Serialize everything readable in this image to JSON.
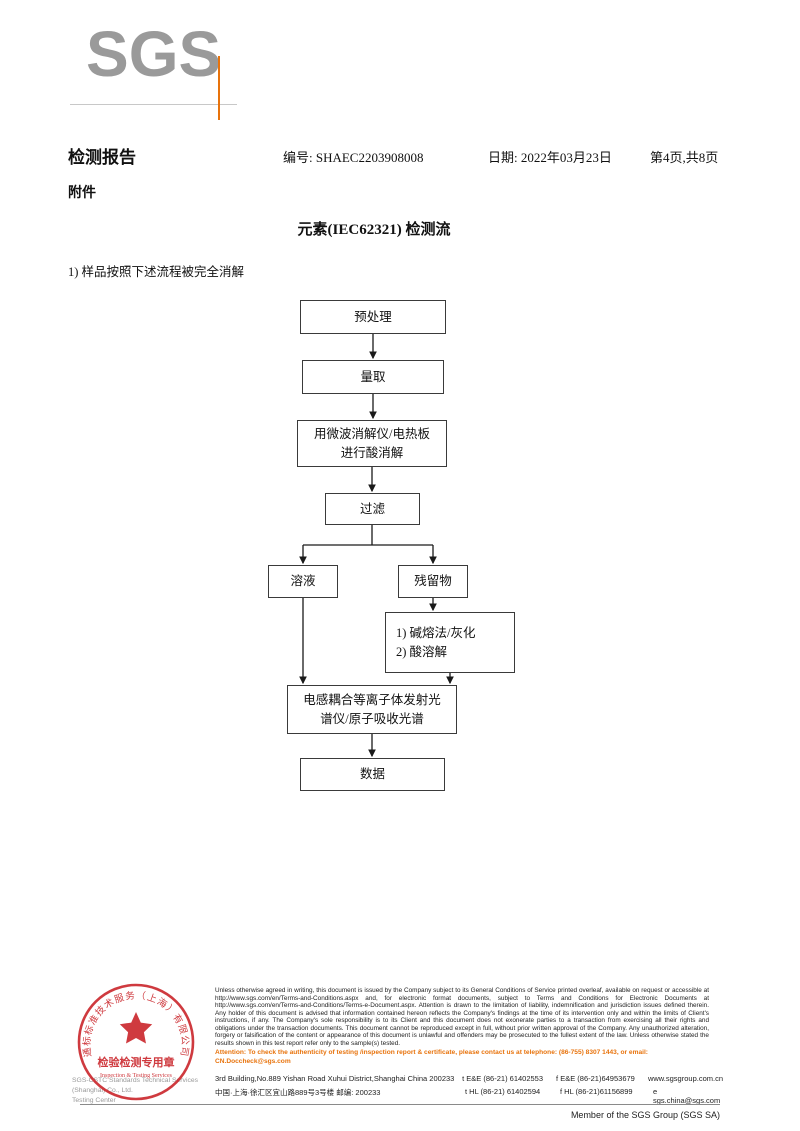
{
  "header": {
    "logo_text": "SGS",
    "report_title": "检测报告",
    "report_no": "编号: SHAEC2203908008",
    "date": "日期: 2022年03月23日",
    "page": "第4页,共8页",
    "attachment_label": "附件"
  },
  "body": {
    "section_title": "元素(IEC62321) 检测流",
    "step_intro": "1) 样品按照下述流程被完全消解"
  },
  "flowchart": {
    "pre": "预处理",
    "measure": "量取",
    "digest": "用微波消解仪/电热板\n进行酸消解",
    "filter": "过滤",
    "solution": "溶液",
    "residue": "残留物",
    "alkali": "1) 碱熔法/灰化\n2) 酸溶解",
    "icp": "电感耦合等离子体发射光\n谱仪/原子吸收光谱",
    "data": "数据"
  },
  "stamp": {
    "ring_text": "通标标准技术服务（上海）有限公司",
    "center_text": "检验检测专用章",
    "sub_text": "Inspection & Testing Services"
  },
  "company": {
    "line1": "SGS-CSTC Standards Technical Services (Shanghai) Co., Ltd.",
    "line2": "Testing Center"
  },
  "footer": {
    "disclaimer": "Unless otherwise agreed in writing, this document is issued by the Company subject to its General Conditions of Service printed overleaf, available on request or accessible at http://www.sgs.com/en/Terms-and-Conditions.aspx and, for electronic format documents, subject to Terms and Conditions for Electronic Documents at http://www.sgs.com/en/Terms-and-Conditions/Terms-e-Document.aspx. Attention is drawn to the limitation of liability, indemnification and jurisdiction issues defined therein. Any holder of this document is advised that information contained hereon reflects the Company's findings at the time of its intervention only and within the limits of Client's instructions, if any. The Company's sole responsibility is to its Client and this document does not exonerate parties to a transaction from exercising all their rights and obligations under the transaction documents. This document cannot be reproduced except in full, without prior written approval of the Company. Any unauthorized alteration, forgery or falsification of the content or appearance of this document is unlawful and offenders may be prosecuted to the fullest extent of the law. Unless otherwise stated the results shown in this test report refer only to the sample(s) tested.",
    "attention": "Attention: To check the authenticity of testing /inspection report & certificate, please contact us at telephone: (86-755) 8307 1443, or email: CN.Doccheck@sgs.com",
    "address_en": "3rd Building,No.889 Yishan Road Xuhui District,Shanghai China   200233",
    "tel_en": "t E&E (86-21) 61402553",
    "fax_en": "f E&E (86-21)64953679",
    "web": "www.sgsgroup.com.cn",
    "address_cn": "中国·上海·徐汇区宜山路889号3号楼   邮编: 200233",
    "tel_cn": "t HL (86-21) 61402594",
    "fax_cn": "f HL (86-21)61156899",
    "email": "e  sgs.china@sgs.com",
    "member": "Member of the SGS Group (SGS SA)"
  },
  "colors": {
    "accent_orange": "#e8730c",
    "stamp_red": "#cb2a2f",
    "logo_gray": "#9a9a9a"
  }
}
